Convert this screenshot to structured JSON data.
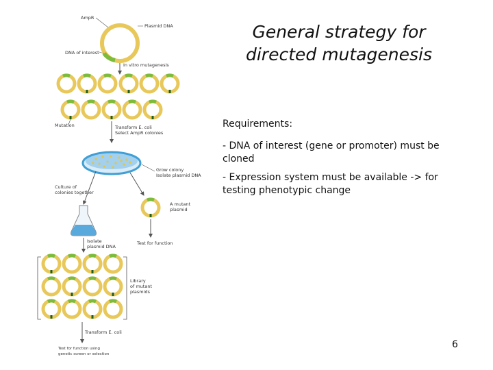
{
  "slide": {
    "title_line1": "General strategy for",
    "title_line2": "directed mutagenesis",
    "requirements_heading": "Requirements:",
    "requirement_1": "- DNA of interest (gene or promoter) must be cloned",
    "requirement_2": "-  Expression system must be available -> for testing phenotypic change",
    "page_number": "6"
  },
  "diagram": {
    "amp_label": "AmpR",
    "plasmid_dna_label": "Plasmid DNA",
    "dna_of_interest_label": "DNA of interest",
    "in_vitro_label": "In vitro mutagenesis",
    "mutation_label": "Mutation",
    "transform_line1": "Transform E. coli",
    "transform_line2": "Select AmpR colonies",
    "grow_line1": "Grow colony",
    "grow_line2": "Isolate plasmid DNA",
    "culture_line1": "Culture of",
    "culture_line2": "colonies together",
    "mutant_line1": "A mutant",
    "mutant_line2": "plasmid",
    "isolate_line1": "Isolate",
    "isolate_line2": "plasmid DNA",
    "test_function_label": "Test for function",
    "library_line1": "Library",
    "library_line2": "of mutant",
    "library_line3": "plasmids",
    "transform2_label": "Transform E. coli",
    "final_line1": "Test for function using",
    "final_line2": "genetic screen or selection"
  },
  "colors": {
    "plasmid_ring": "#e8c85a",
    "insert_green": "#7dbb3c",
    "arrow": "#555555",
    "dish": "#3f9fd6",
    "flask_liquid": "#5aa9dd"
  }
}
